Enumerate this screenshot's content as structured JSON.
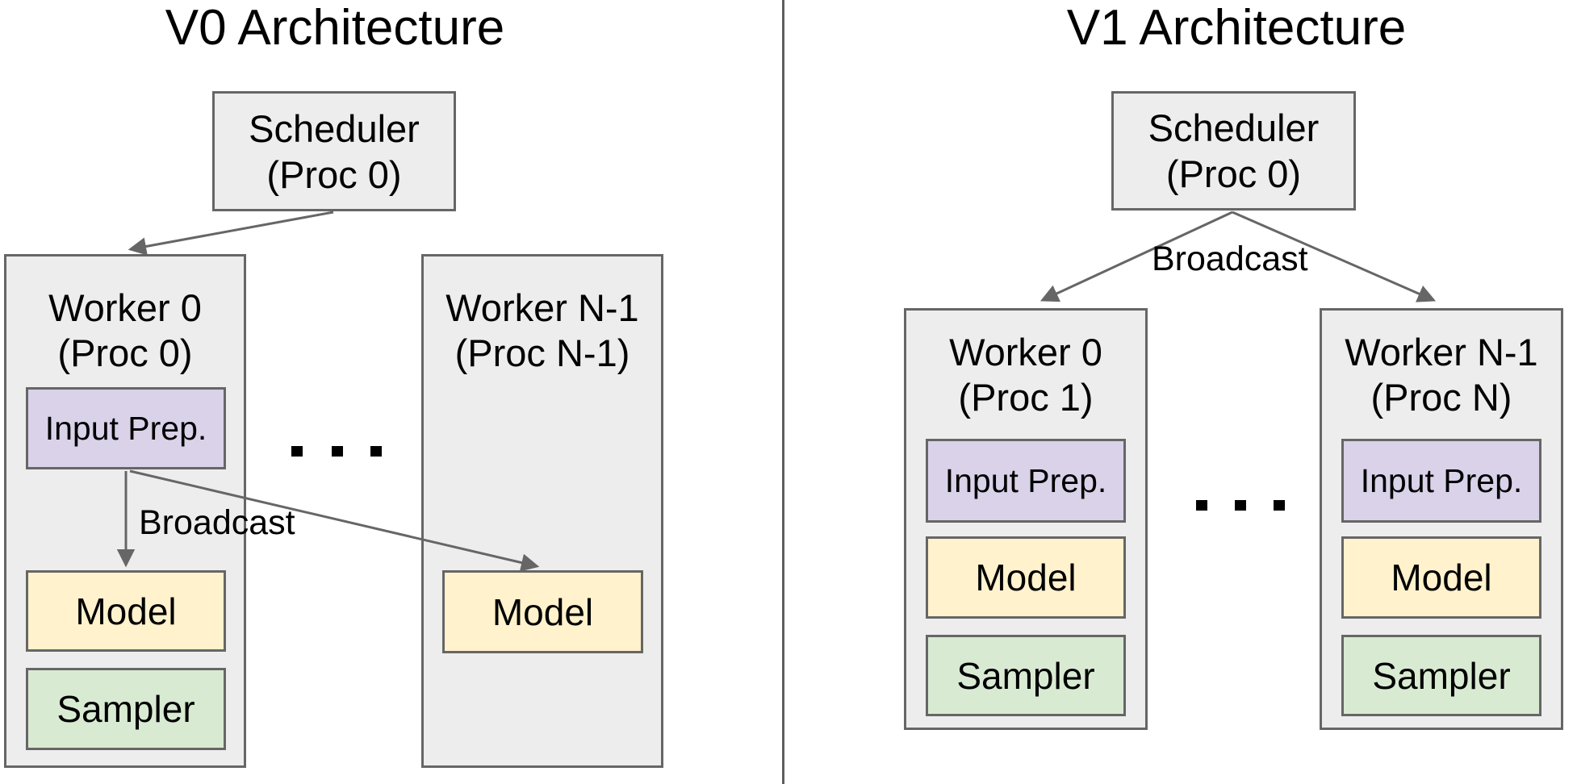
{
  "colors": {
    "background": "#ffffff",
    "box_fill_grey": "#ededed",
    "box_border": "#666666",
    "input_prep_fill": "#d9d2e9",
    "model_fill": "#fff2cc",
    "sampler_fill": "#d9ead3",
    "arrow": "#666666",
    "divider": "#5f5f5f",
    "text": "#000000"
  },
  "v0": {
    "title": "V0 Architecture",
    "scheduler": {
      "line1": "Scheduler",
      "line2": "(Proc 0)"
    },
    "broadcast_label": "Broadcast",
    "worker0": {
      "line1": "Worker 0",
      "line2": "(Proc 0)",
      "input_prep": "Input Prep.",
      "model": "Model",
      "sampler": "Sampler"
    },
    "workerN": {
      "line1": "Worker N-1",
      "line2": "(Proc N-1)",
      "model": "Model"
    }
  },
  "v1": {
    "title": "V1 Architecture",
    "scheduler": {
      "line1": "Scheduler",
      "line2": "(Proc 0)"
    },
    "broadcast_label": "Broadcast",
    "worker0": {
      "line1": "Worker 0",
      "line2": "(Proc 1)",
      "input_prep": "Input Prep.",
      "model": "Model",
      "sampler": "Sampler"
    },
    "workerN": {
      "line1": "Worker N-1",
      "line2": "(Proc N)",
      "input_prep": "Input Prep.",
      "model": "Model",
      "sampler": "Sampler"
    }
  }
}
